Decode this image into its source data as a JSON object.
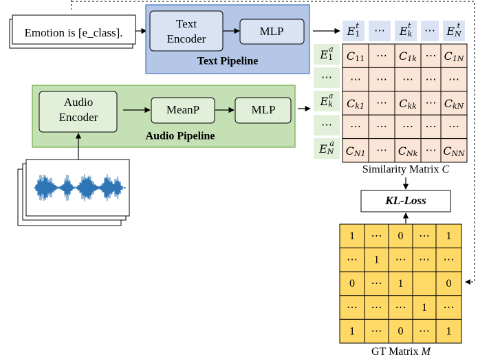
{
  "prompt_text": "Emotion is [e_class].",
  "text_pipeline": {
    "title": "Text Pipeline",
    "encoder_line1": "Text",
    "encoder_line2": "Encoder",
    "mlp": "MLP"
  },
  "audio_pipeline": {
    "title": "Audio Pipeline",
    "encoder_line1": "Audio",
    "encoder_line2": "Encoder",
    "meanp": "MeanP",
    "mlp": "MLP"
  },
  "text_embeddings": [
    {
      "base": "E",
      "sup": "t",
      "sub": "1"
    },
    {
      "ellipsis": "⋯"
    },
    {
      "base": "E",
      "sup": "t",
      "sub": "k"
    },
    {
      "ellipsis": "⋯"
    },
    {
      "base": "E",
      "sup": "t",
      "sub": "N"
    }
  ],
  "audio_embeddings": [
    {
      "base": "E",
      "sup": "a",
      "sub": "1"
    },
    {
      "ellipsis": "⋯"
    },
    {
      "base": "E",
      "sup": "a",
      "sub": "k"
    },
    {
      "ellipsis": "⋯"
    },
    {
      "base": "E",
      "sup": "a",
      "sub": "N"
    }
  ],
  "similarity_matrix": {
    "rows": [
      [
        {
          "base": "C",
          "sub": "11"
        },
        {
          "e": "⋯"
        },
        {
          "base": "C",
          "sub": "1k"
        },
        {
          "e": "⋯"
        },
        {
          "base": "C",
          "sub": "1N"
        }
      ],
      [
        {
          "e": "⋯"
        },
        {
          "e": "⋯"
        },
        {
          "e": "⋯"
        },
        {
          "e": "⋯"
        },
        {
          "e": "⋯"
        }
      ],
      [
        {
          "base": "C",
          "sub": "k1"
        },
        {
          "e": "⋯"
        },
        {
          "base": "C",
          "sub": "kk"
        },
        {
          "e": "⋯"
        },
        {
          "base": "C",
          "sub": "kN"
        }
      ],
      [
        {
          "e": "⋯"
        },
        {
          "e": "⋯"
        },
        {
          "e": "⋯"
        },
        {
          "e": "⋯"
        },
        {
          "e": "⋯"
        }
      ],
      [
        {
          "base": "C",
          "sub": "N1"
        },
        {
          "e": "⋯"
        },
        {
          "base": "C",
          "sub": "Nk"
        },
        {
          "e": "⋯"
        },
        {
          "base": "C",
          "sub": "NN"
        }
      ]
    ],
    "caption": "Similarity Matrix",
    "caption_var": "C"
  },
  "kl_loss": "KL-Loss",
  "gt_matrix": {
    "rows": [
      [
        "1",
        "⋯",
        "0",
        "⋯",
        "1"
      ],
      [
        "⋯",
        "1",
        "⋯",
        "⋯",
        "⋯"
      ],
      [
        "0",
        "⋯",
        "1",
        "",
        "0"
      ],
      [
        "⋯",
        "⋯",
        "⋯",
        "1",
        "⋯"
      ],
      [
        "1",
        "⋯",
        "0",
        "⋯",
        "1"
      ]
    ],
    "caption": "GT Matrix",
    "caption_var": "M"
  },
  "colors": {
    "text_pipeline_bg": "#b4c7e7",
    "text_pipeline_border": "#4472c4",
    "text_block_bg": "#dae3f3",
    "audio_pipeline_bg": "#c5e0b4",
    "audio_pipeline_border": "#70ad47",
    "audio_block_bg": "#e2f0d9",
    "embedding_bg": "#dae3f3",
    "audio_embedding_bg": "#e2f0d9",
    "sim_cell_bg": "#fbe5d6",
    "gt_cell_bg": "#ffd966",
    "waveform": "#2e75b6"
  }
}
